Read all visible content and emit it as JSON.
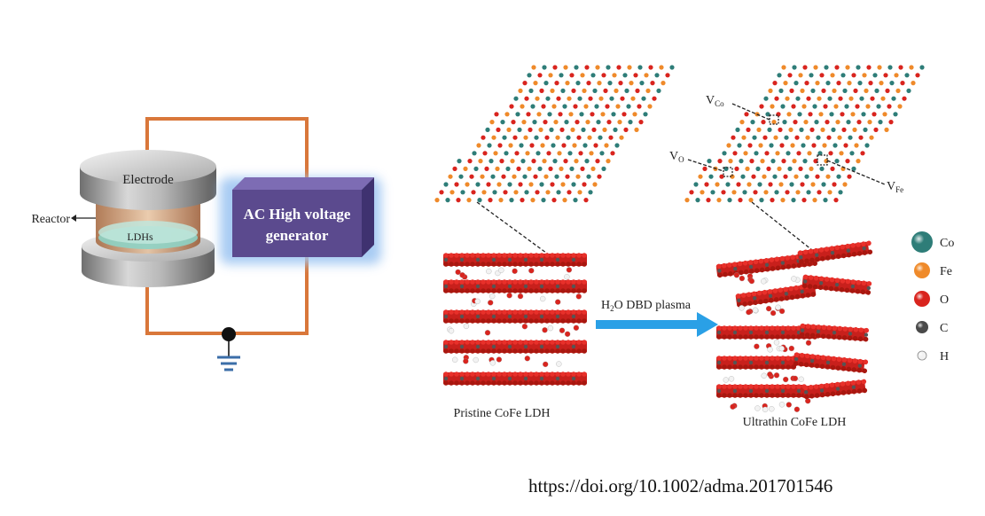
{
  "reactor": {
    "electrode_label": "Electrode",
    "reactor_label": "Reactor",
    "sample_label": "LDHs",
    "generator_line1": "AC High voltage",
    "generator_line2": "generator"
  },
  "process": {
    "arrow_label_h": "H",
    "arrow_label_sub": "2",
    "arrow_label_rest": "O DBD plasma",
    "pristine_caption": "Pristine CoFe LDH",
    "ultrathin_caption": "Ultrathin CoFe LDH"
  },
  "vacancies": {
    "co": {
      "main": "V",
      "sub": "Co"
    },
    "o": {
      "main": "V",
      "sub": "O"
    },
    "fe": {
      "main": "V",
      "sub": "Fe"
    }
  },
  "legend": [
    {
      "label": "Co",
      "color": "#2e7d78"
    },
    {
      "label": "Fe",
      "color": "#ef8a2a"
    },
    {
      "label": "O",
      "color": "#d9241e"
    },
    {
      "label": "C",
      "color": "#4a4a4a"
    },
    {
      "label": "H",
      "color": "#f2f2f2"
    }
  ],
  "colors": {
    "circuit": "#d9773a",
    "generator": "#5b4a8e",
    "generator_glow": "#9fc6f2",
    "arrow": "#2aa0e6",
    "slab": "#c8201c"
  },
  "doi": "https://doi.org/10.1002/adma.201701546"
}
